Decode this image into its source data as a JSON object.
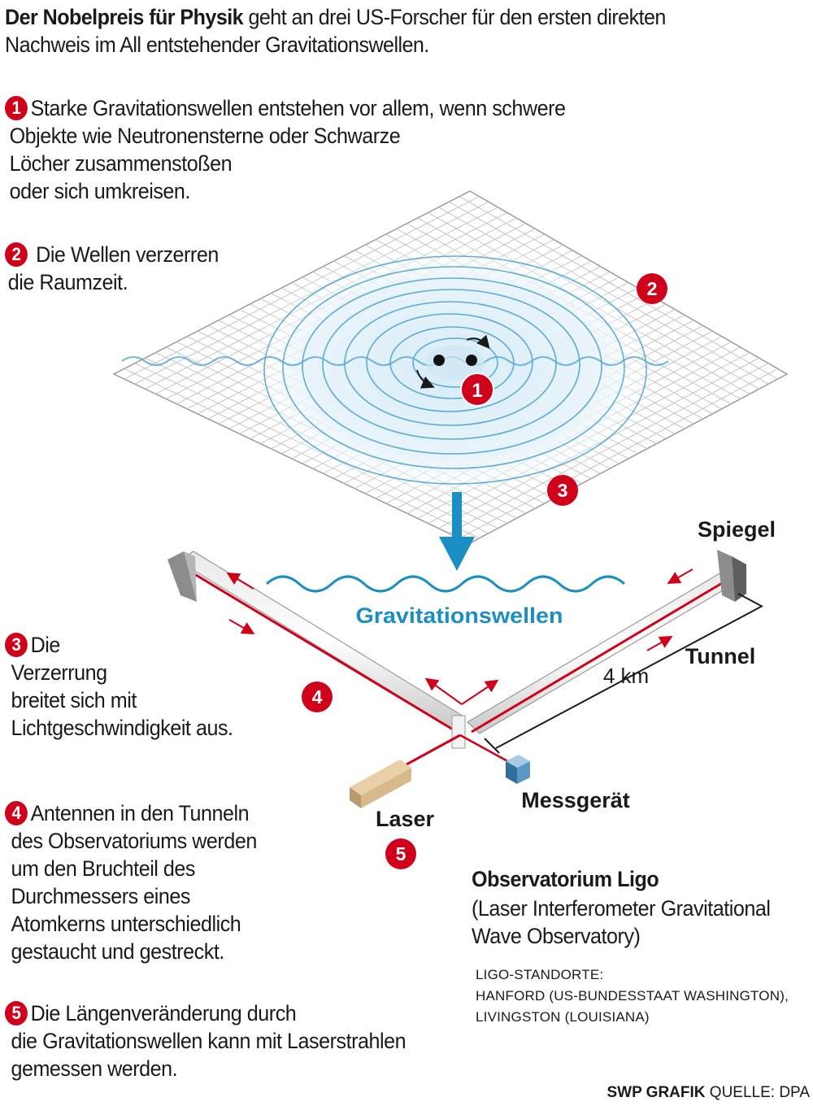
{
  "headline": {
    "bold": "Der Nobelpreis für Physik",
    "rest": " geht an drei US-Forscher für den ersten direkten Nachweis im All entstehender Gravitationswellen."
  },
  "steps": [
    {
      "num": "1",
      "lines": [
        "Starke Gravitationswellen entstehen vor allem, wenn schwere",
        "Objekte wie Neutronensterne oder Schwarze",
        "Löcher zusammenstoßen",
        "oder sich umkreisen."
      ]
    },
    {
      "num": "2",
      "lines": [
        "Die Wellen verzerren",
        "die Raumzeit."
      ]
    },
    {
      "num": "3",
      "lines": [
        "Die",
        "Verzerrung",
        "breitet sich mit",
        "Lichtgeschwindigkeit aus."
      ]
    },
    {
      "num": "4",
      "lines": [
        "Antennen in den Tunneln",
        "des Observatoriums werden",
        "um den Bruchteil des",
        "Durchmessers eines",
        "Atomkerns unterschiedlich",
        "gestaucht und gestreckt."
      ]
    },
    {
      "num": "5",
      "lines": [
        "Die Längenveränderung durch",
        "die Gravitationswellen kann mit Laserstrahlen",
        "gemessen werden."
      ]
    }
  ],
  "diagram": {
    "markers": [
      "1",
      "2",
      "3",
      "4",
      "5"
    ],
    "labels": {
      "gravitationswellen": "Gravitationswellen",
      "spiegel": "Spiegel",
      "tunnel": "Tunnel",
      "distance": "4 km",
      "messgeraet": "Messgerät",
      "laser": "Laser"
    }
  },
  "observatory": {
    "title": "Observatorium Ligo",
    "subtitle_lines": [
      "(Laser Interferometer Gravitational",
      "Wave Observatory)"
    ],
    "locations": [
      "LIGO-STANDORTE:",
      "HANFORD (US-BUNDESSTAAT WASHINGTON),",
      "LIVINGSTON (LOUISIANA)"
    ]
  },
  "credit": {
    "bold": "SWP GRAFIK",
    "rest": " QUELLE: DPA"
  },
  "colors": {
    "accent_red": "#d0021b",
    "wave_blue": "#1b8fc4",
    "grid": "#bcbcbc",
    "text": "#1a1a1a"
  }
}
